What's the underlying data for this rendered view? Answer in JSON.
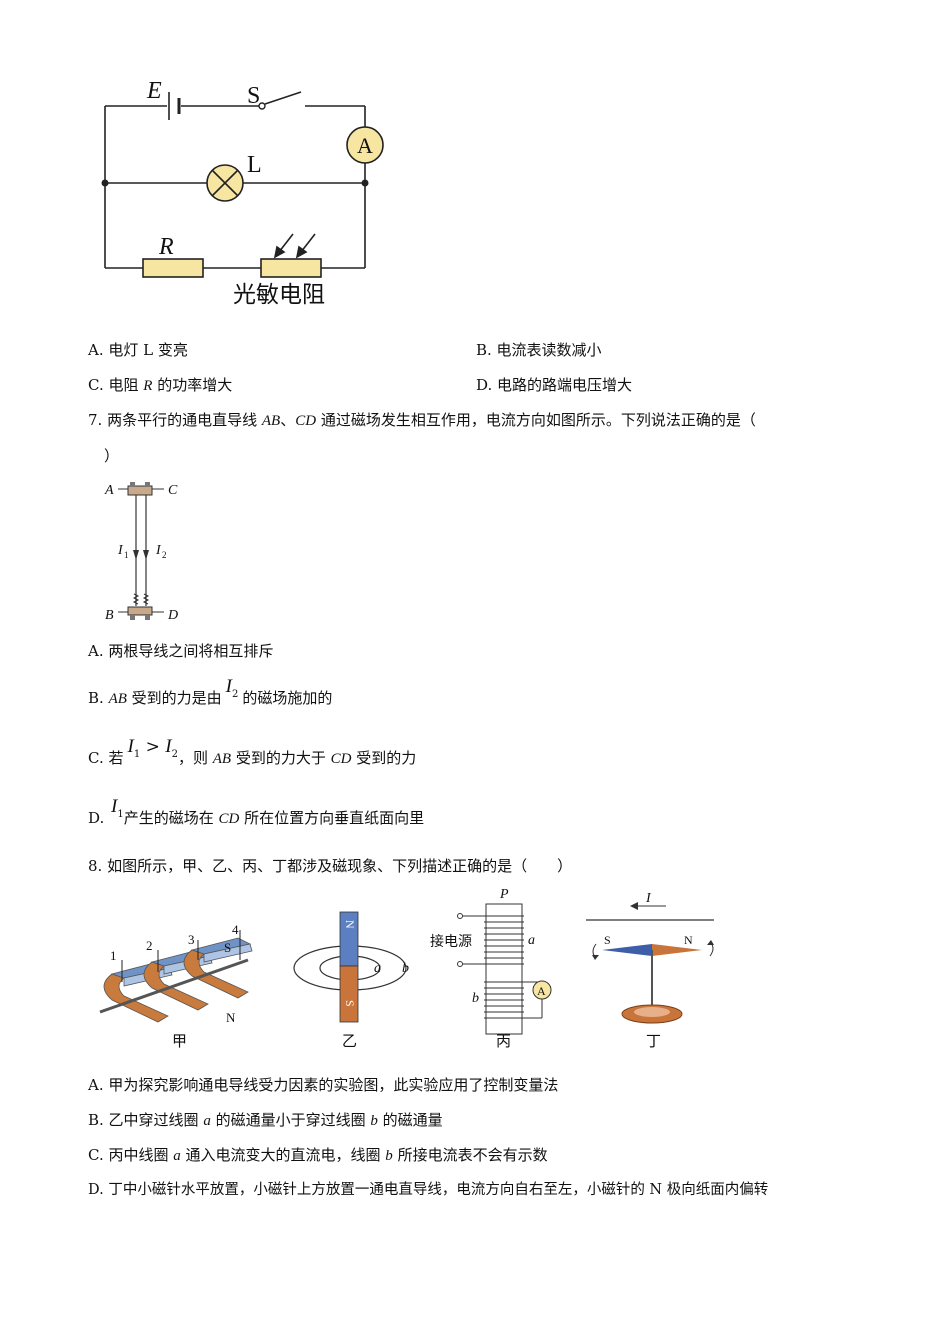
{
  "fig6": {
    "label_e": "E",
    "label_s": "S",
    "label_a": "A",
    "label_l": "L",
    "label_r": "R",
    "photoresistor": "光敏电阻"
  },
  "q6": {
    "a": "A. 电灯 L 变亮",
    "b": "B. 电流表读数减小",
    "c_pre": "C. 电阻 ",
    "c_var": "R",
    "c_post": " 的功率增大",
    "d": "D. 电路的路端电压增大"
  },
  "q7": {
    "stem_num": "7. 两条平行的通电直导线 ",
    "stem_ab": "AB",
    "stem_sep": "、",
    "stem_cd": "CD",
    "stem_rest": " 通过磁场发生相互作用，电流方向如图所示。下列说法正确的是（",
    "stem_close": "）",
    "fig": {
      "a": "A",
      "c": "C",
      "b": "B",
      "d": "D",
      "i1": "I",
      "i1_sub": "1",
      "i2": "I",
      "i2_sub": "2"
    },
    "a": "A. 两根导线之间将相互排斥",
    "b_pre": "B. ",
    "b_ab": "AB",
    "b_mid": " 受到的力是由",
    "b_i": "I",
    "b_isub": "2",
    "b_post": "的磁场施加的",
    "c_pre": "C. 若",
    "c_i1": "I",
    "c_i1sub": "1",
    "c_gt": " > ",
    "c_i2": "I",
    "c_i2sub": "2",
    "c_mid": "，则 ",
    "c_ab": "AB",
    "c_mid2": " 受到的力大于 ",
    "c_cd": "CD",
    "c_post": " 受到的力",
    "d_pre": "D. ",
    "d_i": "I",
    "d_isub": "1",
    "d_mid": "产生的磁场在 ",
    "d_cd": "CD",
    "d_post": " 所在位置方向垂直纸面向里"
  },
  "q8": {
    "stem": "8. 如图所示，甲、乙、丙、丁都涉及磁现象、下列描述正确的是（　　）",
    "fig_jia": {
      "n1": "1",
      "n2": "2",
      "n3": "3",
      "n4": "4",
      "s": "S",
      "n": "N",
      "caption": "甲"
    },
    "fig_yi": {
      "n": "N",
      "s": "S",
      "a": "a",
      "b": "b",
      "caption": "乙"
    },
    "fig_bing": {
      "p": "P",
      "power": "接电源",
      "a": "a",
      "b": "b",
      "meter": "A",
      "caption": "丙"
    },
    "fig_ding": {
      "i": "I",
      "s": "S",
      "n": "N",
      "caption": "丁"
    },
    "a": "A. 甲为探究影响通电导线受力因素的实验图，此实验应用了控制变量法",
    "b_pre": "B. 乙中穿过线圈 ",
    "b_a": "a",
    "b_mid": " 的磁通量小于穿过线圈 ",
    "b_b": "b",
    "b_post": " 的磁通量",
    "c_pre": "C. 丙中线圈 ",
    "c_a": "a",
    "c_mid": " 通入电流变大的直流电，线圈 ",
    "c_b": "b",
    "c_post": " 所接电流表不会有示数",
    "d": "D. 丁中小磁针水平放置，小磁针上方放置一通电直导线，电流方向自右至左，小磁针的 N 极向纸面内偏转"
  }
}
